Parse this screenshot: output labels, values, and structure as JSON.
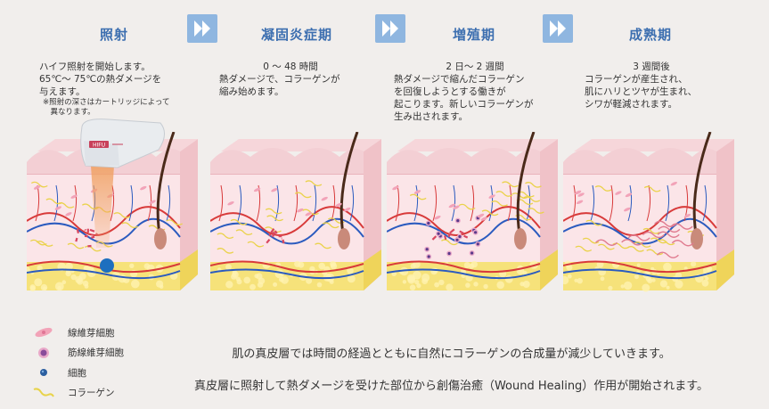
{
  "stages": [
    {
      "title": "照射",
      "lines": [
        "ハイフ照射を開始します。",
        "65℃～ 75℃の熱ダメージを",
        "与えます。"
      ],
      "note_lines": [
        "※照射の深さはカートリッジによって",
        "　異なります。"
      ]
    },
    {
      "title": "凝固炎症期",
      "lines": [
        "0 ～ 48 時間",
        "熱ダメージで、コラーゲンが",
        "縮み始めます。"
      ]
    },
    {
      "title": "増殖期",
      "lines": [
        "2 日～ 2 週間",
        "熱ダメージで縮んだコラーゲン",
        "を回復しようとする働きが",
        "起こります。新しいコラーゲンが",
        "生み出されます。"
      ]
    },
    {
      "title": "成熟期",
      "lines": [
        "3 週間後",
        "コラーゲンが産生され、",
        "肌にハリとツヤが生まれ、",
        "シワが軽減されます。"
      ]
    }
  ],
  "device_label": "HIFU",
  "legend": [
    {
      "label": "線維芽細胞",
      "icon": "fibroblast-icon"
    },
    {
      "label": "筋線維芽細胞",
      "icon": "myofibroblast-icon"
    },
    {
      "label": "細胞",
      "icon": "cell-icon"
    },
    {
      "label": "コラーゲン",
      "icon": "collagen-icon"
    }
  ],
  "captions": [
    "肌の真皮層では時間の経過とともに自然にコラーゲンの合成量が減少していきます。",
    "真皮層に照射して熱ダメージを受けた部位から創傷治癒（Wound Healing）作用が開始されます。"
  ],
  "colors": {
    "title": "#3d6fb0",
    "arrow": "#8fb6e0",
    "skin_top": "#f3cfd4",
    "dermis": "#fbe5e8",
    "fat": "#f6e27a",
    "artery": "#d83a3a",
    "vein": "#2b5bbf"
  }
}
